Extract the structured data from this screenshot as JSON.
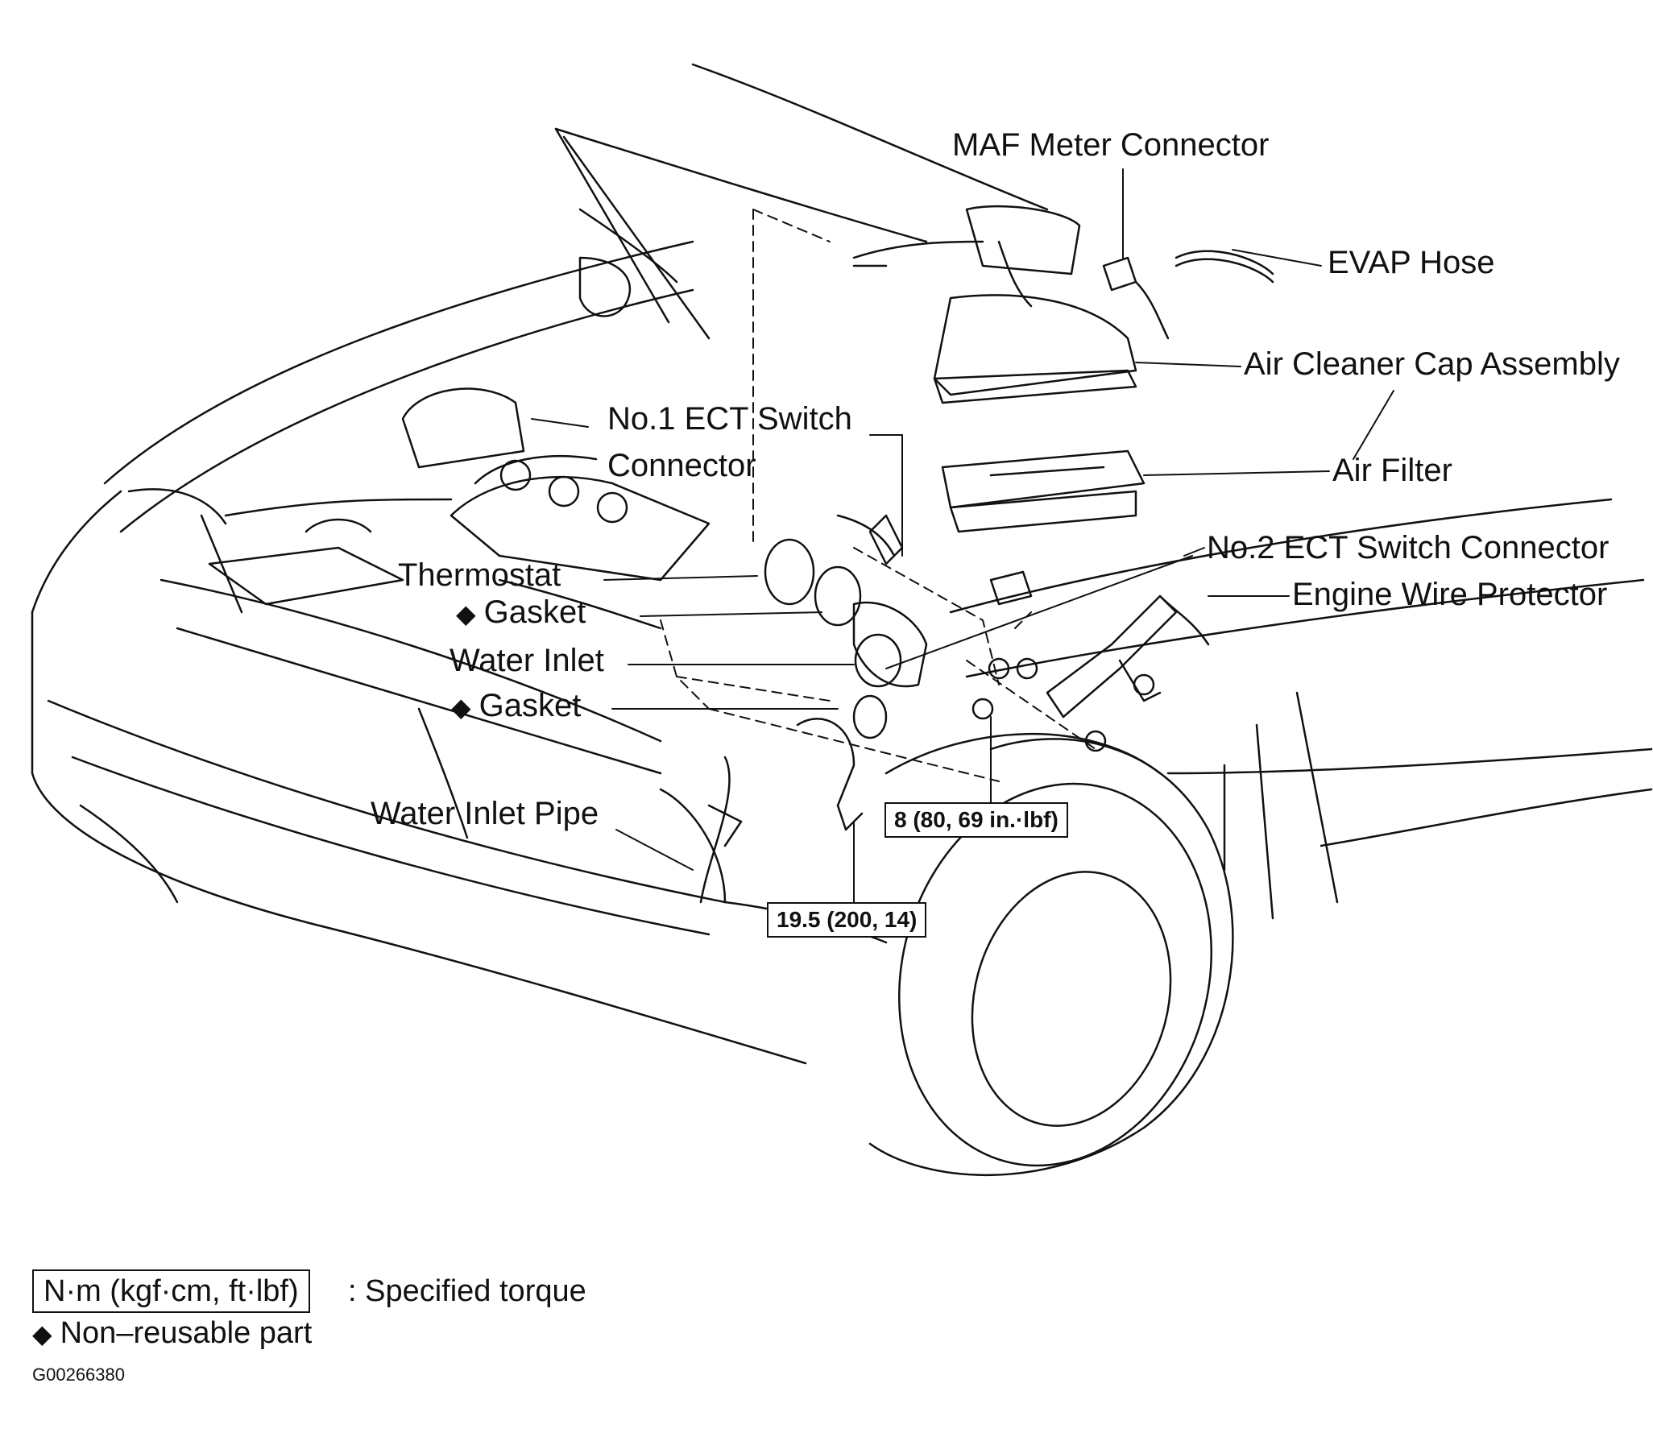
{
  "labels": {
    "maf_meter_connector": "MAF Meter Connector",
    "evap_hose": "EVAP Hose",
    "air_cleaner_cap_assembly": "Air Cleaner Cap Assembly",
    "air_filter": "Air Filter",
    "no1_ect_line1": "No.1 ECT Switch",
    "no1_ect_line2": "Connector",
    "no2_ect_switch_connector": "No.2 ECT Switch Connector",
    "engine_wire_protector": "Engine Wire Protector",
    "thermostat": "Thermostat",
    "gasket_upper": "Gasket",
    "water_inlet": "Water Inlet",
    "gasket_lower": "Gasket",
    "water_inlet_pipe": "Water Inlet Pipe"
  },
  "torque": {
    "nuts": "8 (80, 69 in.·lbf)",
    "bolt": "19.5 (200, 14)"
  },
  "legend": {
    "torque_units": "N·m (kgf·cm, ft·lbf)",
    "torque_desc": ": Specified torque",
    "nonreusable": "Non–reusable part",
    "diamond": "◆"
  },
  "figure_code": "G00266380"
}
